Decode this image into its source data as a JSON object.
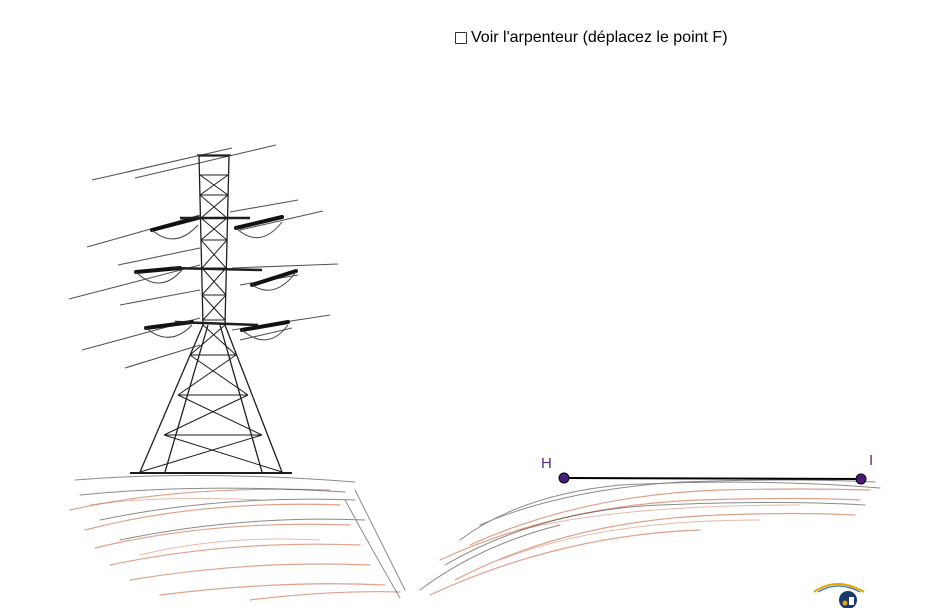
{
  "toolbar": {
    "checkbox_label": "Voir l'arpenteur (déplacez le point F)",
    "checkbox_checked": false
  },
  "points": {
    "h_label": "H",
    "i_label": "I",
    "point_color": "#4b1a7a"
  },
  "colors": {
    "ground_dark": "#2b2b2b",
    "ground_rust": "#c4552a",
    "segment": "#000000"
  },
  "icons": {
    "logo": "geogebra-logo-icon"
  }
}
